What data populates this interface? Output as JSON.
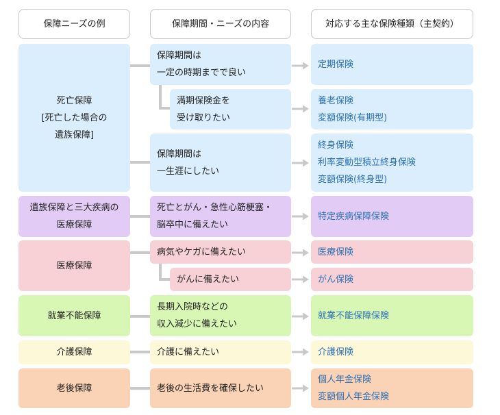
{
  "headers": {
    "col1": "保障ニーズの例",
    "col2": "保障期間・ニーズの内容",
    "col3": "対応する主な保険種類（主契約）"
  },
  "rows": {
    "death": {
      "category": [
        "死亡保障",
        "[死亡した場合の",
        "遺族保障]"
      ],
      "need1": [
        "保障期間は",
        "一定の時期までで良い"
      ],
      "ins1": [
        "定期保険"
      ],
      "need2": [
        "満期保険金を",
        "受け取りたい"
      ],
      "ins2": [
        "養老保険",
        "変額保険(有期型)"
      ],
      "need3": [
        "保障期間は",
        "一生涯にしたい"
      ],
      "ins3": [
        "終身保険",
        "利率変動型積立終身保険",
        "変額保険(終身型)"
      ]
    },
    "dread": {
      "category": [
        "遺族保障と三大疾病の",
        "医療保障"
      ],
      "need": [
        "死亡とがん・急性心筋梗塞・",
        "脳卒中に備えたい"
      ],
      "ins": [
        "特定疾病保障保険"
      ]
    },
    "medical": {
      "category": [
        "医療保障"
      ],
      "need1": [
        "病気やケガに備えたい"
      ],
      "ins1": [
        "医療保険"
      ],
      "need2": [
        "がんに備えたい"
      ],
      "ins2": [
        "がん保険"
      ]
    },
    "disability": {
      "category": [
        "就業不能保障"
      ],
      "need": [
        "長期入院時などの",
        "収入減少に備えたい"
      ],
      "ins": [
        "就業不能保障保険"
      ]
    },
    "care": {
      "category": [
        "介護保障"
      ],
      "need": [
        "介護に備えたい"
      ],
      "ins": [
        "介護保険"
      ]
    },
    "retire": {
      "category": [
        "老後保障"
      ],
      "need": [
        "老後の生活費を確保したい"
      ],
      "ins": [
        "個人年金保険",
        "変額個人年金保険"
      ]
    }
  },
  "colors": {
    "blue": "#dbeefd",
    "purple": "#e2ccf5",
    "pink": "#f7d1d6",
    "green": "#d8f7b5",
    "yellow": "#fdf8d7",
    "orange": "#fad2b5",
    "link": "#2a6fb5",
    "connector": "#c9c9c9"
  }
}
